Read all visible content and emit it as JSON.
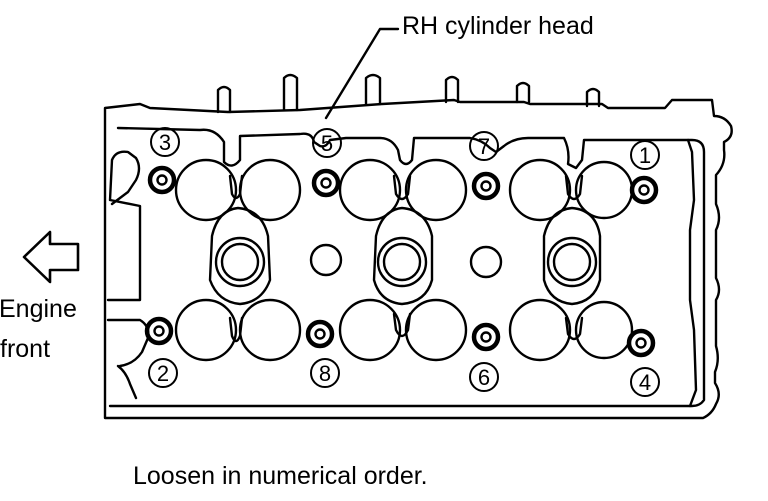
{
  "title_label": "RH cylinder head",
  "front_label": [
    "Engine",
    "front"
  ],
  "caption": "Loosen in numerical order.",
  "bolts": [
    {
      "order": "1",
      "name": "bolt-1"
    },
    {
      "order": "2",
      "name": "bolt-2"
    },
    {
      "order": "3",
      "name": "bolt-3"
    },
    {
      "order": "4",
      "name": "bolt-4"
    },
    {
      "order": "5",
      "name": "bolt-5"
    },
    {
      "order": "6",
      "name": "bolt-6"
    },
    {
      "order": "7",
      "name": "bolt-7"
    },
    {
      "order": "8",
      "name": "bolt-8"
    }
  ],
  "icons": {
    "arrow": "left-arrow-icon"
  },
  "colors": {
    "ink": "#000000",
    "paper": "#ffffff"
  }
}
